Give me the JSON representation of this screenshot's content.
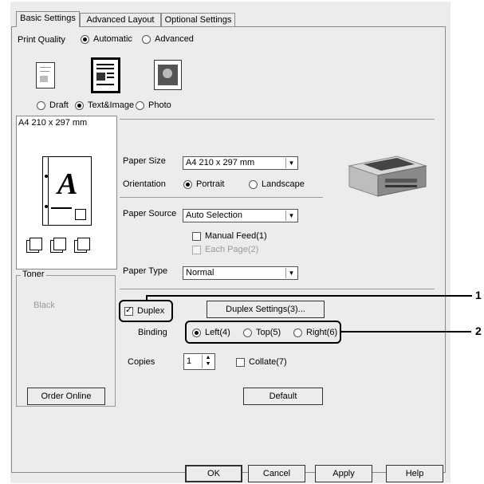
{
  "tabs": [
    "Basic Settings",
    "Advanced Layout",
    "Optional Settings"
  ],
  "print_quality": {
    "label": "Print Quality",
    "automatic": "Automatic",
    "advanced": "Advanced",
    "modes": [
      "Draft",
      "Text&Image",
      "Photo"
    ]
  },
  "preview": {
    "paper_label": "A4 210 x 297 mm",
    "letter": "A"
  },
  "paper_size": {
    "label": "Paper Size",
    "value": "A4 210 x 297 mm"
  },
  "orientation": {
    "label": "Orientation",
    "portrait": "Portrait",
    "landscape": "Landscape"
  },
  "paper_source": {
    "label": "Paper Source",
    "value": "Auto Selection",
    "manual_feed": "Manual Feed(1)",
    "each_page": "Each Page(2)"
  },
  "paper_type": {
    "label": "Paper Type",
    "value": "Normal"
  },
  "toner": {
    "label": "Toner",
    "color": "Black",
    "order_button": "Order Online"
  },
  "duplex": {
    "label": "Duplex",
    "settings_button": "Duplex Settings(3)..."
  },
  "binding": {
    "label": "Binding",
    "left": "Left(4)",
    "top": "Top(5)",
    "right": "Right(6)"
  },
  "copies": {
    "label": "Copies",
    "value": "1",
    "collate": "Collate(7)"
  },
  "default_button": "Default",
  "footer": {
    "ok": "OK",
    "cancel": "Cancel",
    "apply": "Apply",
    "help": "Help"
  },
  "callouts": [
    "1",
    "2"
  ]
}
